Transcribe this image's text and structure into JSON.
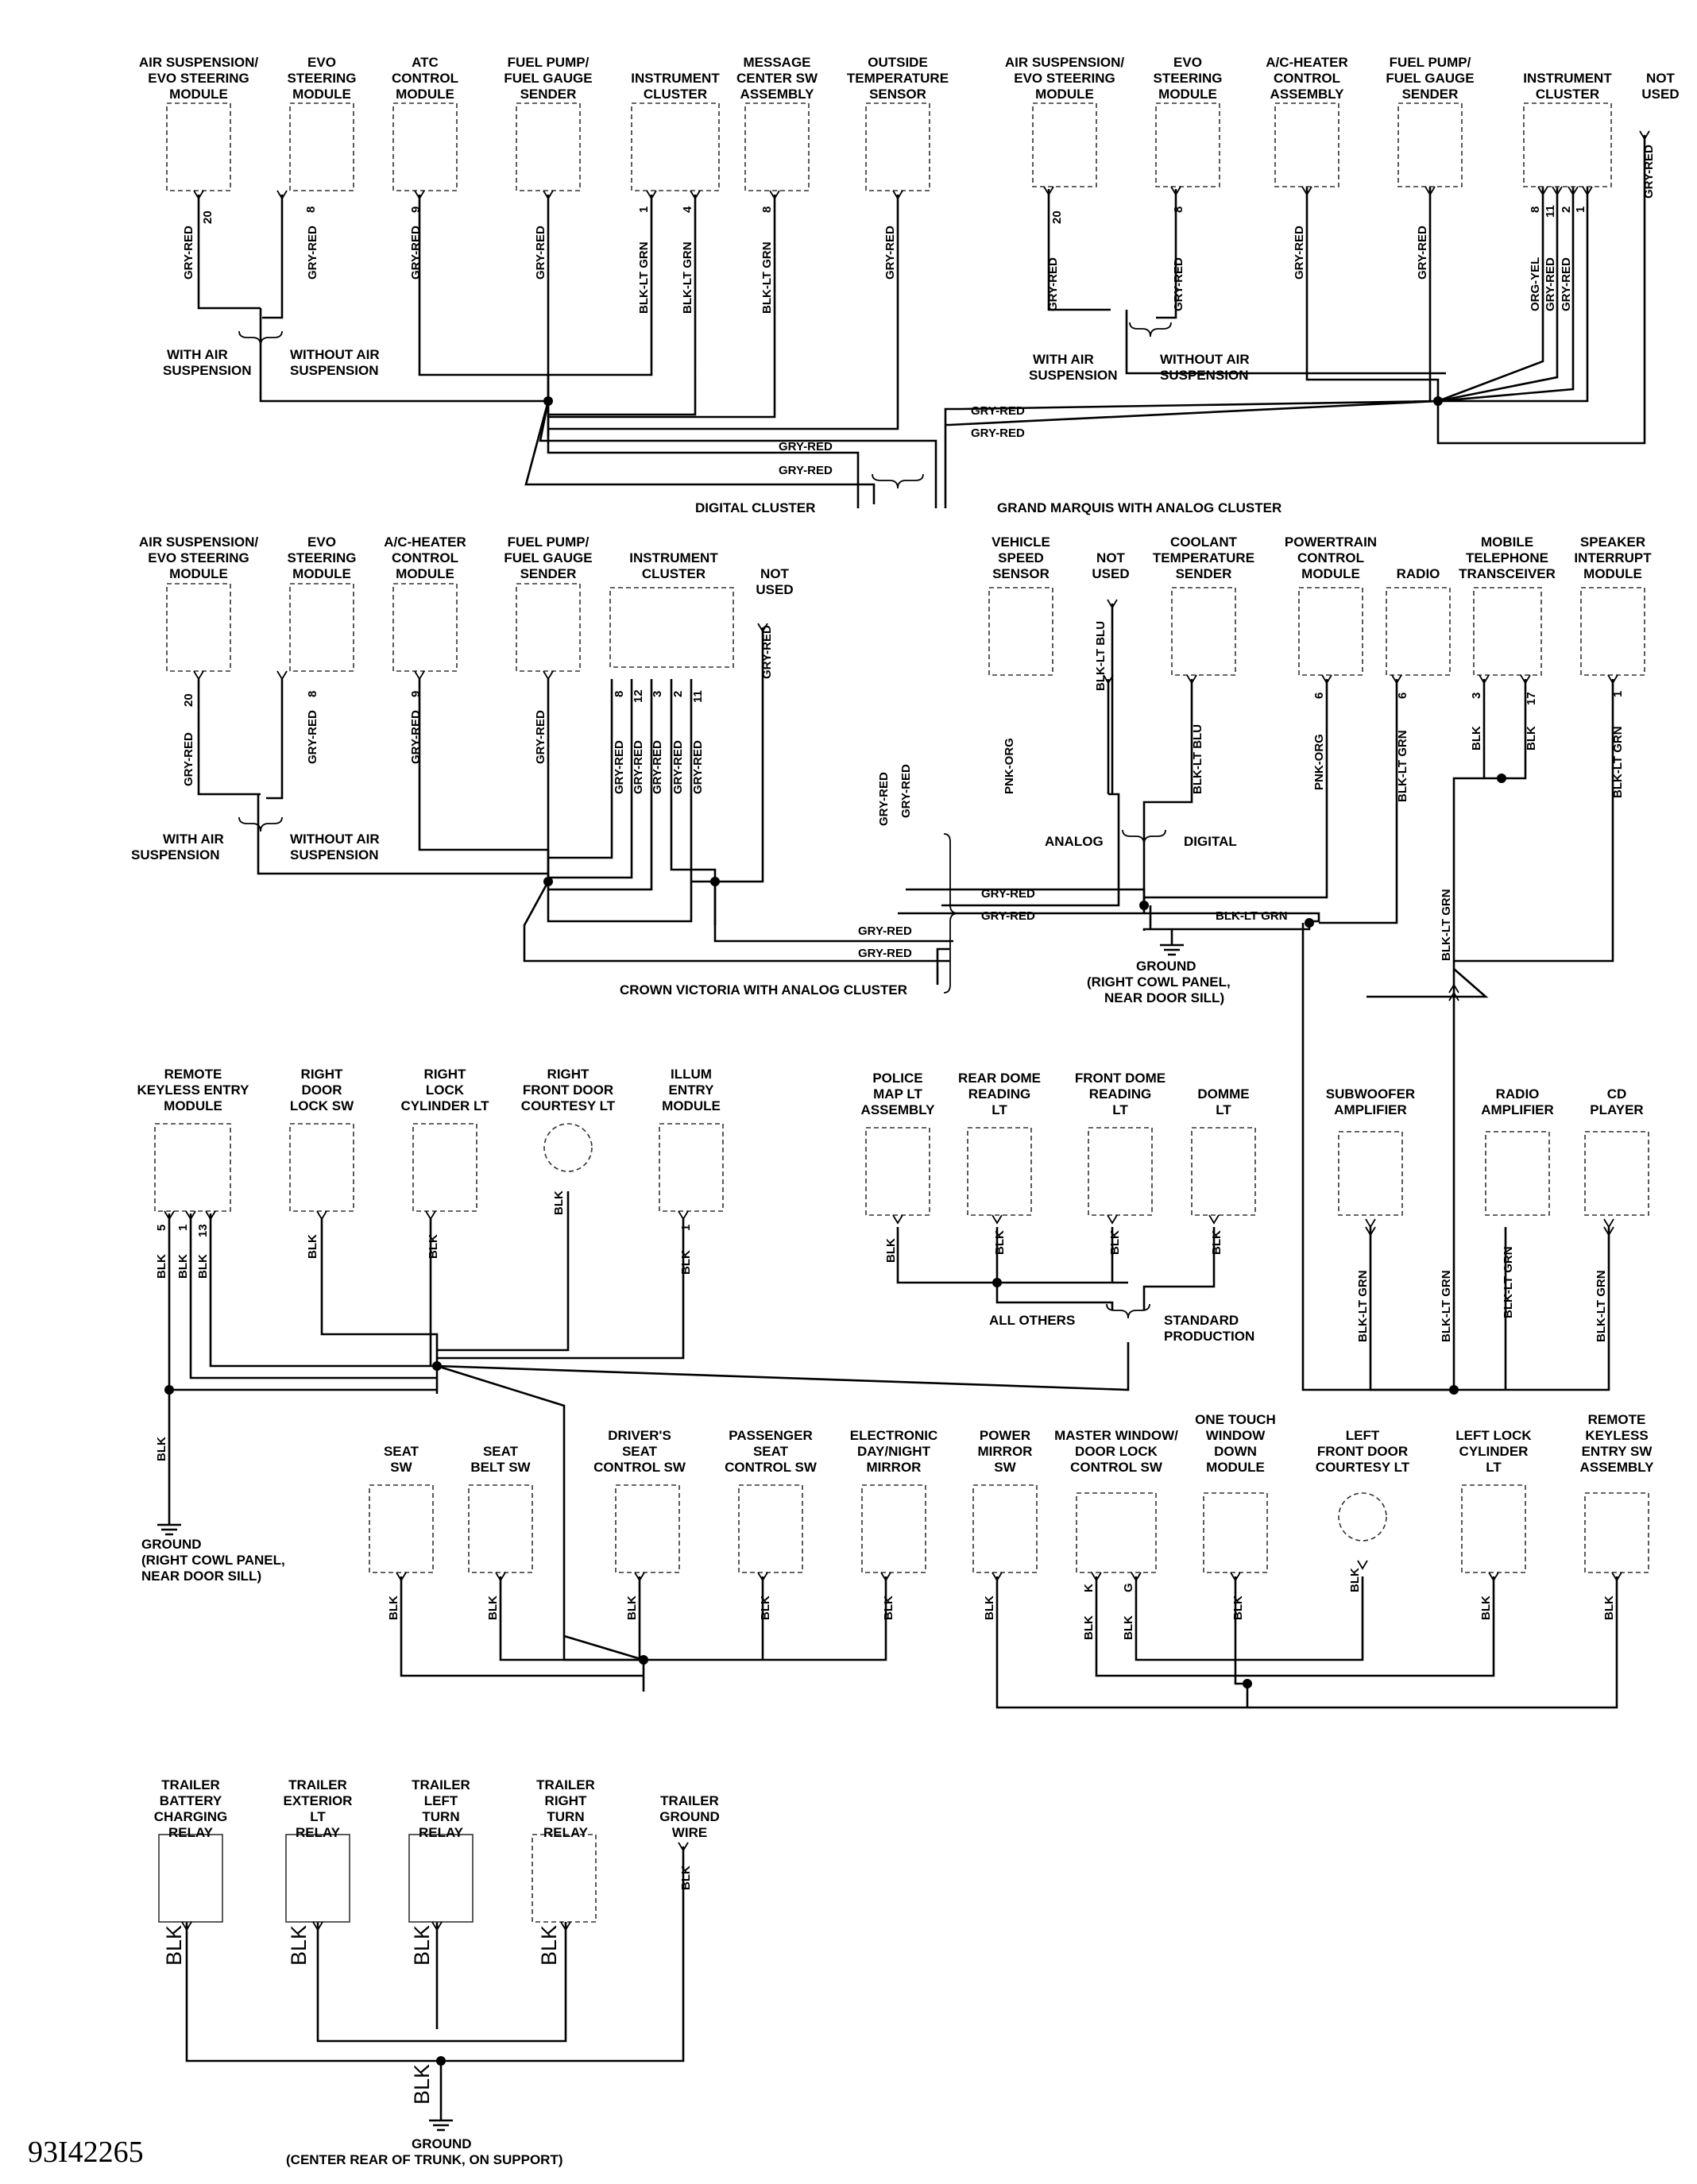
{
  "figure_id": "93I42265",
  "labels": {
    "gryred": "GRY-RED",
    "blkltgrn": "BLK-LT GRN",
    "blk": "BLK",
    "pnkorg": "PNK-ORG",
    "blkltblu": "BLK-LT BLU",
    "orgyel": "ORG-YEL",
    "with_air_1": "WITH AIR",
    "with_air_2": "SUSPENSION",
    "without_air_1": "WITHOUT AIR",
    "without_air_2": "SUSPENSION",
    "digital_cluster": "DIGITAL CLUSTER",
    "grand_marquis": "GRAND MARQUIS WITH ANALOG CLUSTER",
    "crown_victoria": "CROWN VICTORIA WITH ANALOG CLUSTER",
    "analog": "ANALOG",
    "digital": "DIGITAL",
    "all_others": "ALL OTHERS",
    "standard_1": "STANDARD",
    "standard_2": "PRODUCTION",
    "ground": "GROUND",
    "ground_cowl_1": "(RIGHT COWL PANEL,",
    "ground_cowl_2": "NEAR DOOR SILL)",
    "ground_trunk": "(CENTER REAR OF TRUNK, ON SUPPORT)"
  },
  "components": {
    "s1_air": [
      "AIR SUSPENSION/",
      "EVO STEERING",
      "MODULE"
    ],
    "s1_evo": [
      "EVO",
      "STEERING",
      "MODULE"
    ],
    "s1_atc": [
      "ATC",
      "CONTROL",
      "MODULE"
    ],
    "s1_fuel": [
      "FUEL PUMP/",
      "FUEL GAUGE",
      "SENDER"
    ],
    "s1_ic": [
      "INSTRUMENT",
      "CLUSTER"
    ],
    "s1_msg": [
      "MESSAGE",
      "CENTER SW",
      "ASSEMBLY"
    ],
    "s1_ots": [
      "OUTSIDE",
      "TEMPERATURE",
      "SENSOR"
    ],
    "s2_air": [
      "AIR SUSPENSION/",
      "EVO STEERING",
      "MODULE"
    ],
    "s2_evo": [
      "EVO",
      "STEERING",
      "MODULE"
    ],
    "s2_ach": [
      "A/C-HEATER",
      "CONTROL",
      "ASSEMBLY"
    ],
    "s2_fuel": [
      "FUEL PUMP/",
      "FUEL GAUGE",
      "SENDER"
    ],
    "s2_ic": [
      "INSTRUMENT",
      "CLUSTER"
    ],
    "s2_nu": [
      "NOT",
      "USED"
    ],
    "s3_air": [
      "AIR SUSPENSION/",
      "EVO STEERING",
      "MODULE"
    ],
    "s3_evo": [
      "EVO",
      "STEERING",
      "MODULE"
    ],
    "s3_ach": [
      "A/C-HEATER",
      "CONTROL",
      "MODULE"
    ],
    "s3_fuel": [
      "FUEL PUMP/",
      "FUEL GAUGE",
      "SENDER"
    ],
    "s3_ic": [
      "INSTRUMENT",
      "CLUSTER"
    ],
    "s3_nu": [
      "NOT",
      "USED"
    ],
    "s4_vss": [
      "VEHICLE",
      "SPEED",
      "SENSOR"
    ],
    "s4_nu": [
      "NOT",
      "USED"
    ],
    "s4_cts": [
      "COOLANT",
      "TEMPERATURE",
      "SENDER"
    ],
    "s4_pcm": [
      "POWERTRAIN",
      "CONTROL",
      "MODULE"
    ],
    "s4_radio": [
      "RADIO"
    ],
    "s4_mtt": [
      "MOBILE",
      "TELEPHONE",
      "TRANSCEIVER"
    ],
    "s4_spk": [
      "SPEAKER",
      "INTERRUPT",
      "MODULE"
    ],
    "s5_rke": [
      "REMOTE",
      "KEYLESS ENTRY",
      "MODULE"
    ],
    "s5_rdl": [
      "RIGHT",
      "DOOR",
      "LOCK SW"
    ],
    "s5_rlc": [
      "RIGHT",
      "LOCK",
      "CYLINDER LT"
    ],
    "s5_rfc": [
      "RIGHT",
      "FRONT DOOR",
      "COURTESY LT"
    ],
    "s5_illum": [
      "ILLUM",
      "ENTRY",
      "MODULE"
    ],
    "s6_pml": [
      "POLICE",
      "MAP LT",
      "ASSEMBLY"
    ],
    "s6_rdr": [
      "REAR DOME",
      "READING",
      "LT"
    ],
    "s6_fdr": [
      "FRONT DOME",
      "READING",
      "LT"
    ],
    "s6_dome": [
      "DOMME",
      "LT"
    ],
    "s7_sub": [
      "SUBWOOFER",
      "AMPLIFIER"
    ],
    "s7_ramp": [
      "RADIO",
      "AMPLIFIER"
    ],
    "s7_cd": [
      "CD",
      "PLAYER"
    ],
    "s8_seat": [
      "SEAT",
      "SW"
    ],
    "s8_belt": [
      "SEAT",
      "BELT SW"
    ],
    "s8_dsc": [
      "DRIVER'S",
      "SEAT",
      "CONTROL SW"
    ],
    "s8_psc": [
      "PASSENGER",
      "SEAT",
      "CONTROL SW"
    ],
    "s8_edn": [
      "ELECTRONIC",
      "DAY/NIGHT",
      "MIRROR"
    ],
    "s8_pms": [
      "POWER",
      "MIRROR",
      "SW"
    ],
    "s8_mwd": [
      "MASTER WINDOW/",
      "DOOR LOCK",
      "CONTROL SW"
    ],
    "s8_otw": [
      "ONE TOUCH",
      "WINDOW",
      "DOWN",
      "MODULE"
    ],
    "s8_lfc": [
      "LEFT",
      "FRONT DOOR",
      "COURTESY LT"
    ],
    "s8_llc": [
      "LEFT LOCK",
      "CYLINDER",
      "LT"
    ],
    "s8_rkes": [
      "REMOTE",
      "KEYLESS",
      "ENTRY SW",
      "ASSEMBLY"
    ],
    "s9_tbc": [
      "TRAILER",
      "BATTERY",
      "CHARGING",
      "RELAY"
    ],
    "s9_tel": [
      "TRAILER",
      "EXTERIOR",
      "LT",
      "RELAY"
    ],
    "s9_tlt": [
      "TRAILER",
      "LEFT",
      "TURN",
      "RELAY"
    ],
    "s9_trt": [
      "TRAILER",
      "RIGHT",
      "TURN",
      "RELAY"
    ],
    "s9_tgw": [
      "TRAILER",
      "GROUND",
      "WIRE"
    ]
  },
  "pins": {
    "p20": "20",
    "p8": "8",
    "p9": "9",
    "p1": "1",
    "p4": "4",
    "p6": "6",
    "p3": "3",
    "p17": "17",
    "p5": "5",
    "p13": "13",
    "p12": "12",
    "p2": "2",
    "p11": "11",
    "pK": "K",
    "pG": "G"
  }
}
